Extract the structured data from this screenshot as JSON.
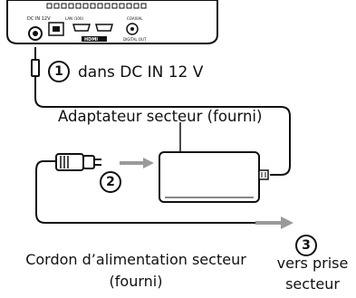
{
  "steps": [
    {
      "number": "1",
      "text": "dans DC IN 12 V"
    },
    {
      "number": "2",
      "text": ""
    },
    {
      "number": "3",
      "text": "vers prise secteur",
      "line1": "vers prise",
      "line2": "secteur"
    }
  ],
  "labels": {
    "adapter": "Adaptateur secteur (fourni)",
    "cord_line1": "Cordon d’alimentation secteur",
    "cord_line2": "(fourni)"
  },
  "player_port_labels": {
    "dc_in": "DC IN 12V",
    "lan": "LAN (100)",
    "hdmi_brand": "HDMI",
    "coaxial": "COAXIAL",
    "digital_out": "DIGITAL OUT"
  },
  "colors": {
    "line": "#111111",
    "arrow": "#9a9a9a",
    "device": "#ffffff"
  }
}
